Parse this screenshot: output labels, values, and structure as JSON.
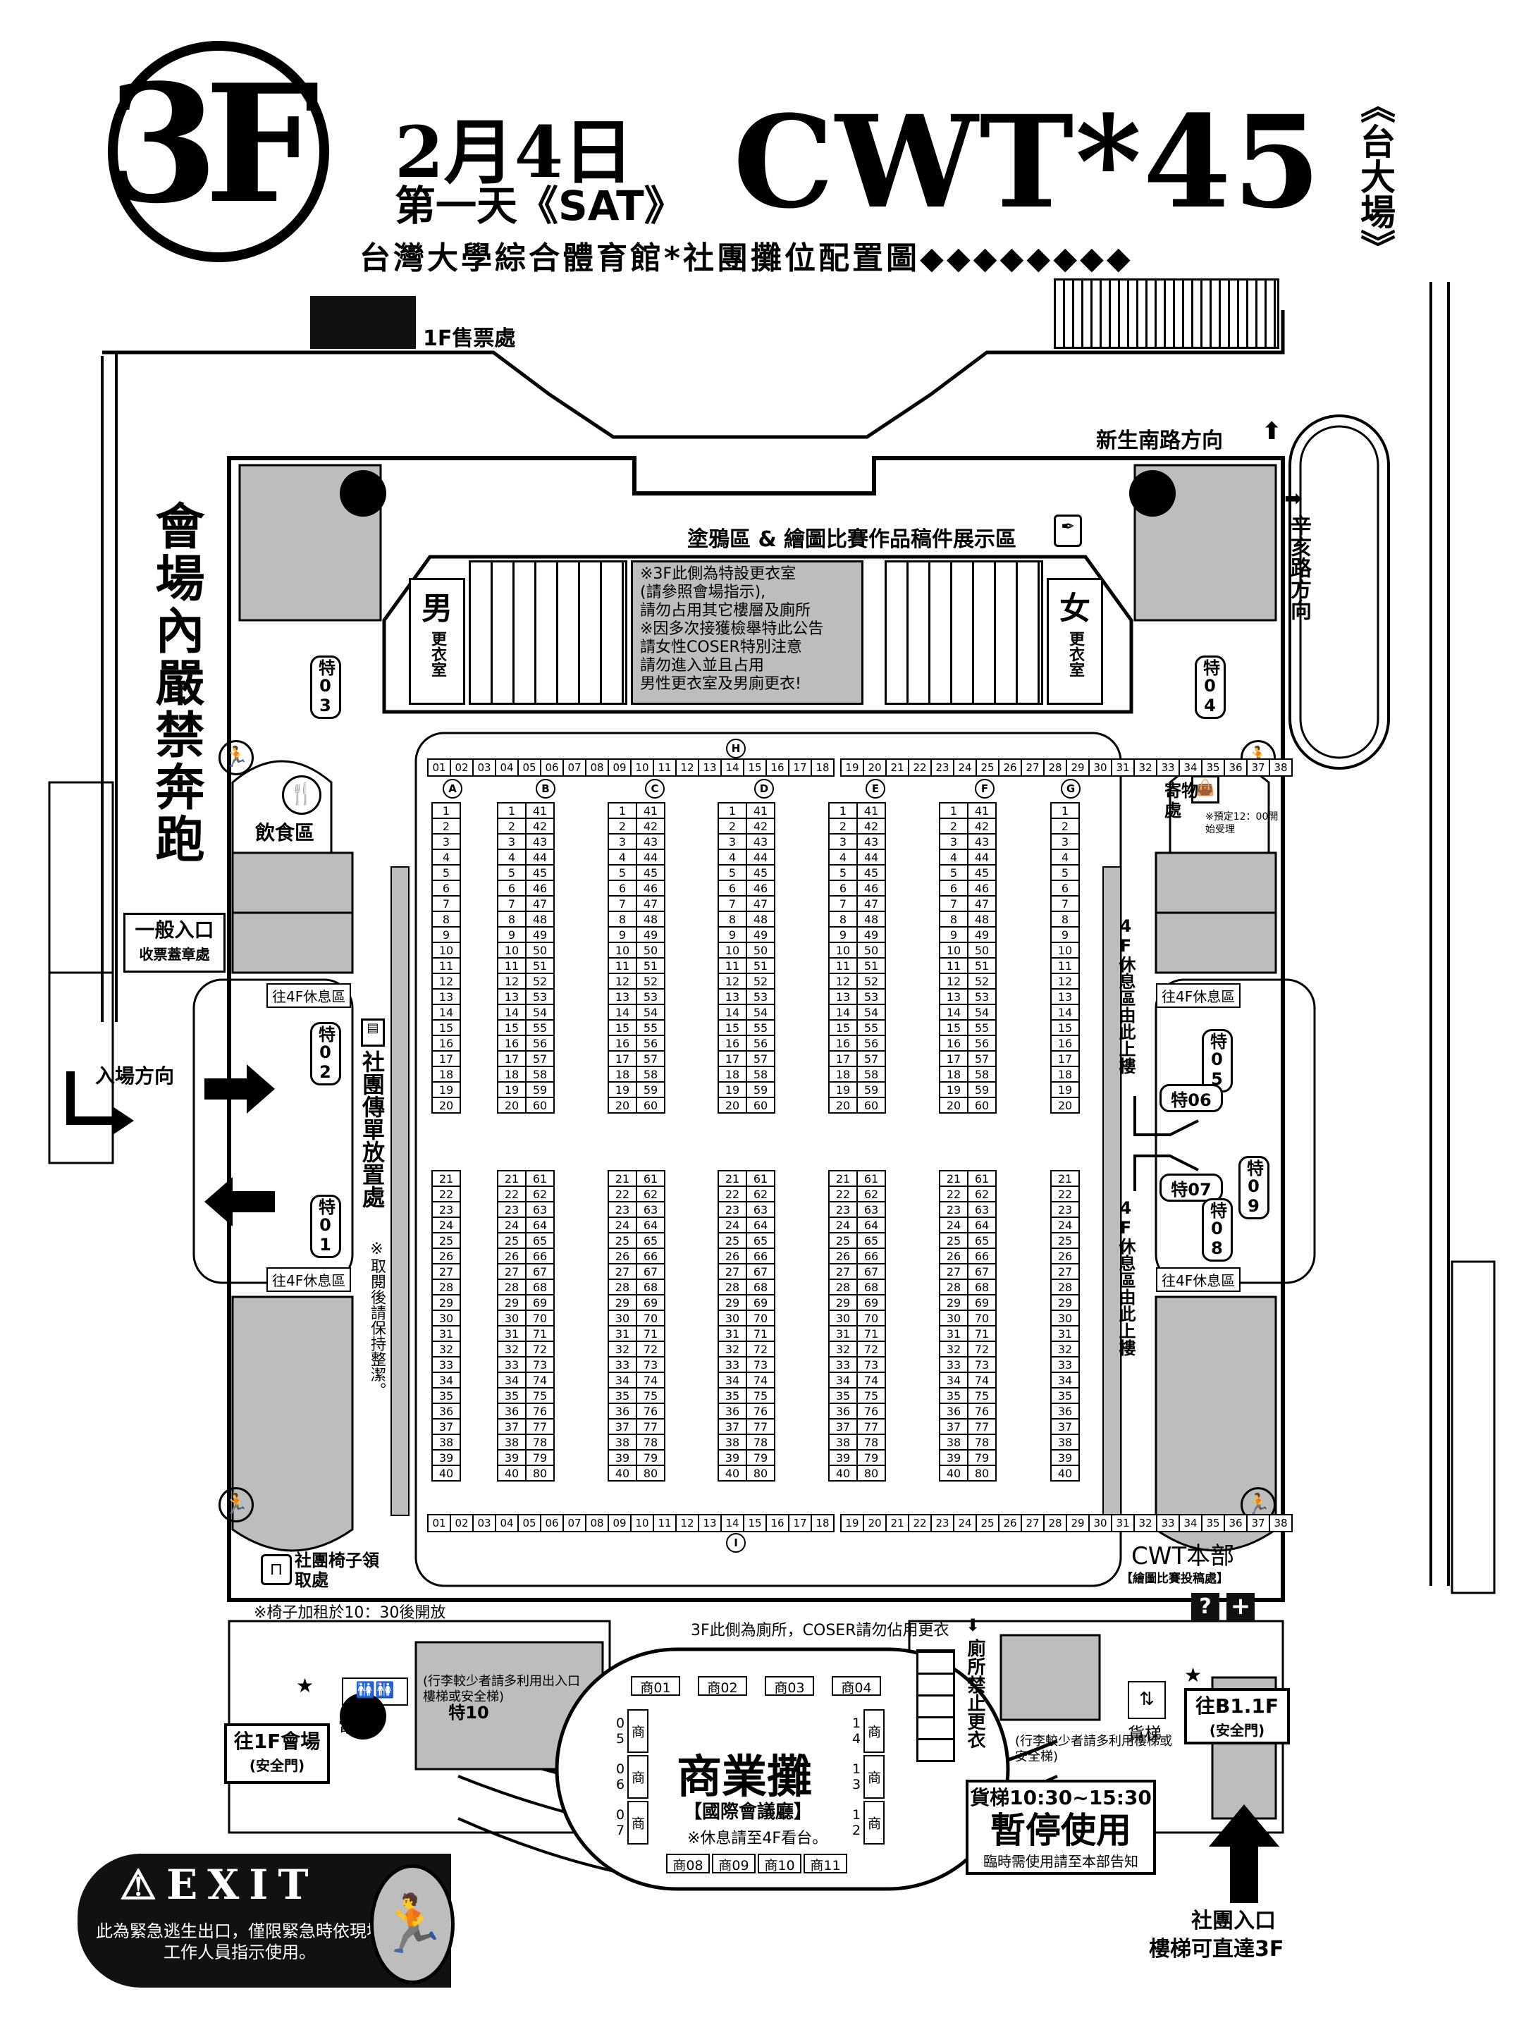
{
  "header": {
    "floor": "3F",
    "date": "2月4日",
    "day": "第一天《SAT》",
    "event": "CWT*45",
    "venue_tag": "《台大場》",
    "subtitle": "台灣大學綜合體育館*社團攤位配置圖◆◆◆◆◆◆◆◆"
  },
  "labels": {
    "ticket": "1F售票處",
    "xinsheng": "新生南路方向",
    "xinhai": "辛亥路方向",
    "gallery": "塗鴉區 & 繪圖比賽作品稿件展示區",
    "male": "男",
    "male_sub": "更衣室",
    "female": "女",
    "female_sub": "更衣室",
    "notice": "※3F此側為特設更衣室\n(請參照會場指示),\n請勿占用其它樓層及廁所\n※因多次接獲檢舉特此公告\n請女性COSER特別注意\n請勿進入並且占用\n男性更衣室及男廁更衣!",
    "no_running": "會場內嚴禁奔跑",
    "food": "飲食區",
    "entrance": "一般入口",
    "entrance_sub": "收票蓋章處",
    "entry_dir": "入場方向",
    "to4f": "往4F休息區",
    "flyer": "社團傳單放置處",
    "flyer_note": "※取閱後請保持整潔。",
    "checkroom": "寄物處",
    "checkroom_note": "※預定12：00開始受理",
    "up4f": "4F休息區由此上樓",
    "chair": "社團椅子領取處",
    "chair_note": "※椅子加租於10：30後開放",
    "hq": "CWT本部",
    "hq_sub": "【繪圖比賽投稿處】",
    "toilet_note": "3F此側為廁所，COSER請勿佔用更衣",
    "no_change": "廁所禁止更衣",
    "luggage_l": "(行李較少者請多利用出入口樓梯或安全梯)",
    "luggage_r": "(行李較少者請多利用樓梯或安全梯)",
    "elevator": "電梯",
    "freight": "貨梯",
    "to1f": "往1F會場",
    "to1f_sub": "(安全門)",
    "tob1": "往B1.1F",
    "tob1_sub": "(安全門)",
    "biz": "商業攤",
    "biz_sub": "【國際會議廳】",
    "biz_note": "※休息請至4F看台。",
    "freight_stop": "貨梯10:30~15:30",
    "freight_stop_big": "暫停使用",
    "freight_stop_sub": "臨時需使用請至本部告知",
    "club_entry": "社團入口",
    "club_entry_sub": "樓梯可直達3F",
    "exit": "EXIT",
    "exit_note": "此為緊急逃生出口，僅限緊急時依現場工作人員指示使用。",
    "special": [
      "特01",
      "特02",
      "特03",
      "特04",
      "特05",
      "特06",
      "特07",
      "特08",
      "特09",
      "特10"
    ],
    "shops_top": [
      "商01",
      "商02",
      "商03",
      "商04"
    ],
    "shops_left": [
      "商05",
      "商06",
      "商07"
    ],
    "shops_right": [
      "商14",
      "商13",
      "商12"
    ],
    "shops_bottom": [
      "商08",
      "商09",
      "商10",
      "商11"
    ]
  },
  "grid": {
    "row_letters": [
      "A",
      "B",
      "C",
      "D",
      "E",
      "F",
      "G",
      "H",
      "I"
    ],
    "top_numbers": [
      "01",
      "02",
      "03",
      "04",
      "05",
      "06",
      "07",
      "08",
      "09",
      "10",
      "11",
      "12",
      "13",
      "14",
      "15",
      "16",
      "17",
      "18",
      "19",
      "20",
      "21",
      "22",
      "23",
      "24",
      "25",
      "26",
      "27",
      "28",
      "29",
      "30",
      "31",
      "32",
      "33",
      "34",
      "35",
      "36",
      "37",
      "38"
    ]
  },
  "colors": {
    "ink": "#000000",
    "paper": "#ffffff",
    "shade": "#bdbdbd"
  }
}
